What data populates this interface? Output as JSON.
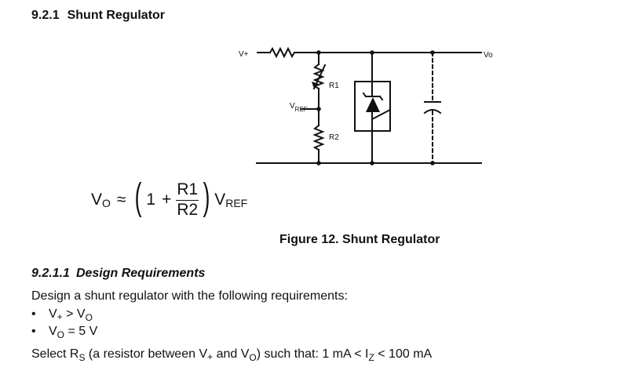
{
  "section": {
    "number": "9.2.1",
    "title": "Shunt Regulator"
  },
  "figure": {
    "labels": {
      "vplus": "V+",
      "vo": "Vo",
      "r1": "R1",
      "r2": "R2",
      "vref_main": "V",
      "vref_sub": "REF"
    },
    "caption": "Figure 12.  Shunt Regulator"
  },
  "equation": {
    "lhs_main": "V",
    "lhs_sub": "O",
    "approx": "≈",
    "lparen": "(",
    "rparen": ")",
    "one": "1",
    "plus": "+",
    "num": "R1",
    "den": "R2",
    "rhs_main": "V",
    "rhs_sub": "REF"
  },
  "subsection": {
    "number": "9.2.1.1",
    "title": "Design Requirements"
  },
  "design": {
    "intro": "Design a shunt regulator with the following requirements:",
    "bullet_char": "•",
    "bullet1": {
      "v": "V",
      "plus": "+",
      "gt": " > V",
      "o": "O"
    },
    "bullet2": {
      "v": "V",
      "o": "O",
      "rest": " = 5 V"
    },
    "select": {
      "t1": "Select R",
      "s": "S",
      "t2": " (a resistor between V",
      "plus": "+",
      "t3": " and V",
      "o": "O",
      "t4": ") such that: 1 mA < I",
      "z": "Z",
      "t5": " < 100 mA"
    }
  }
}
